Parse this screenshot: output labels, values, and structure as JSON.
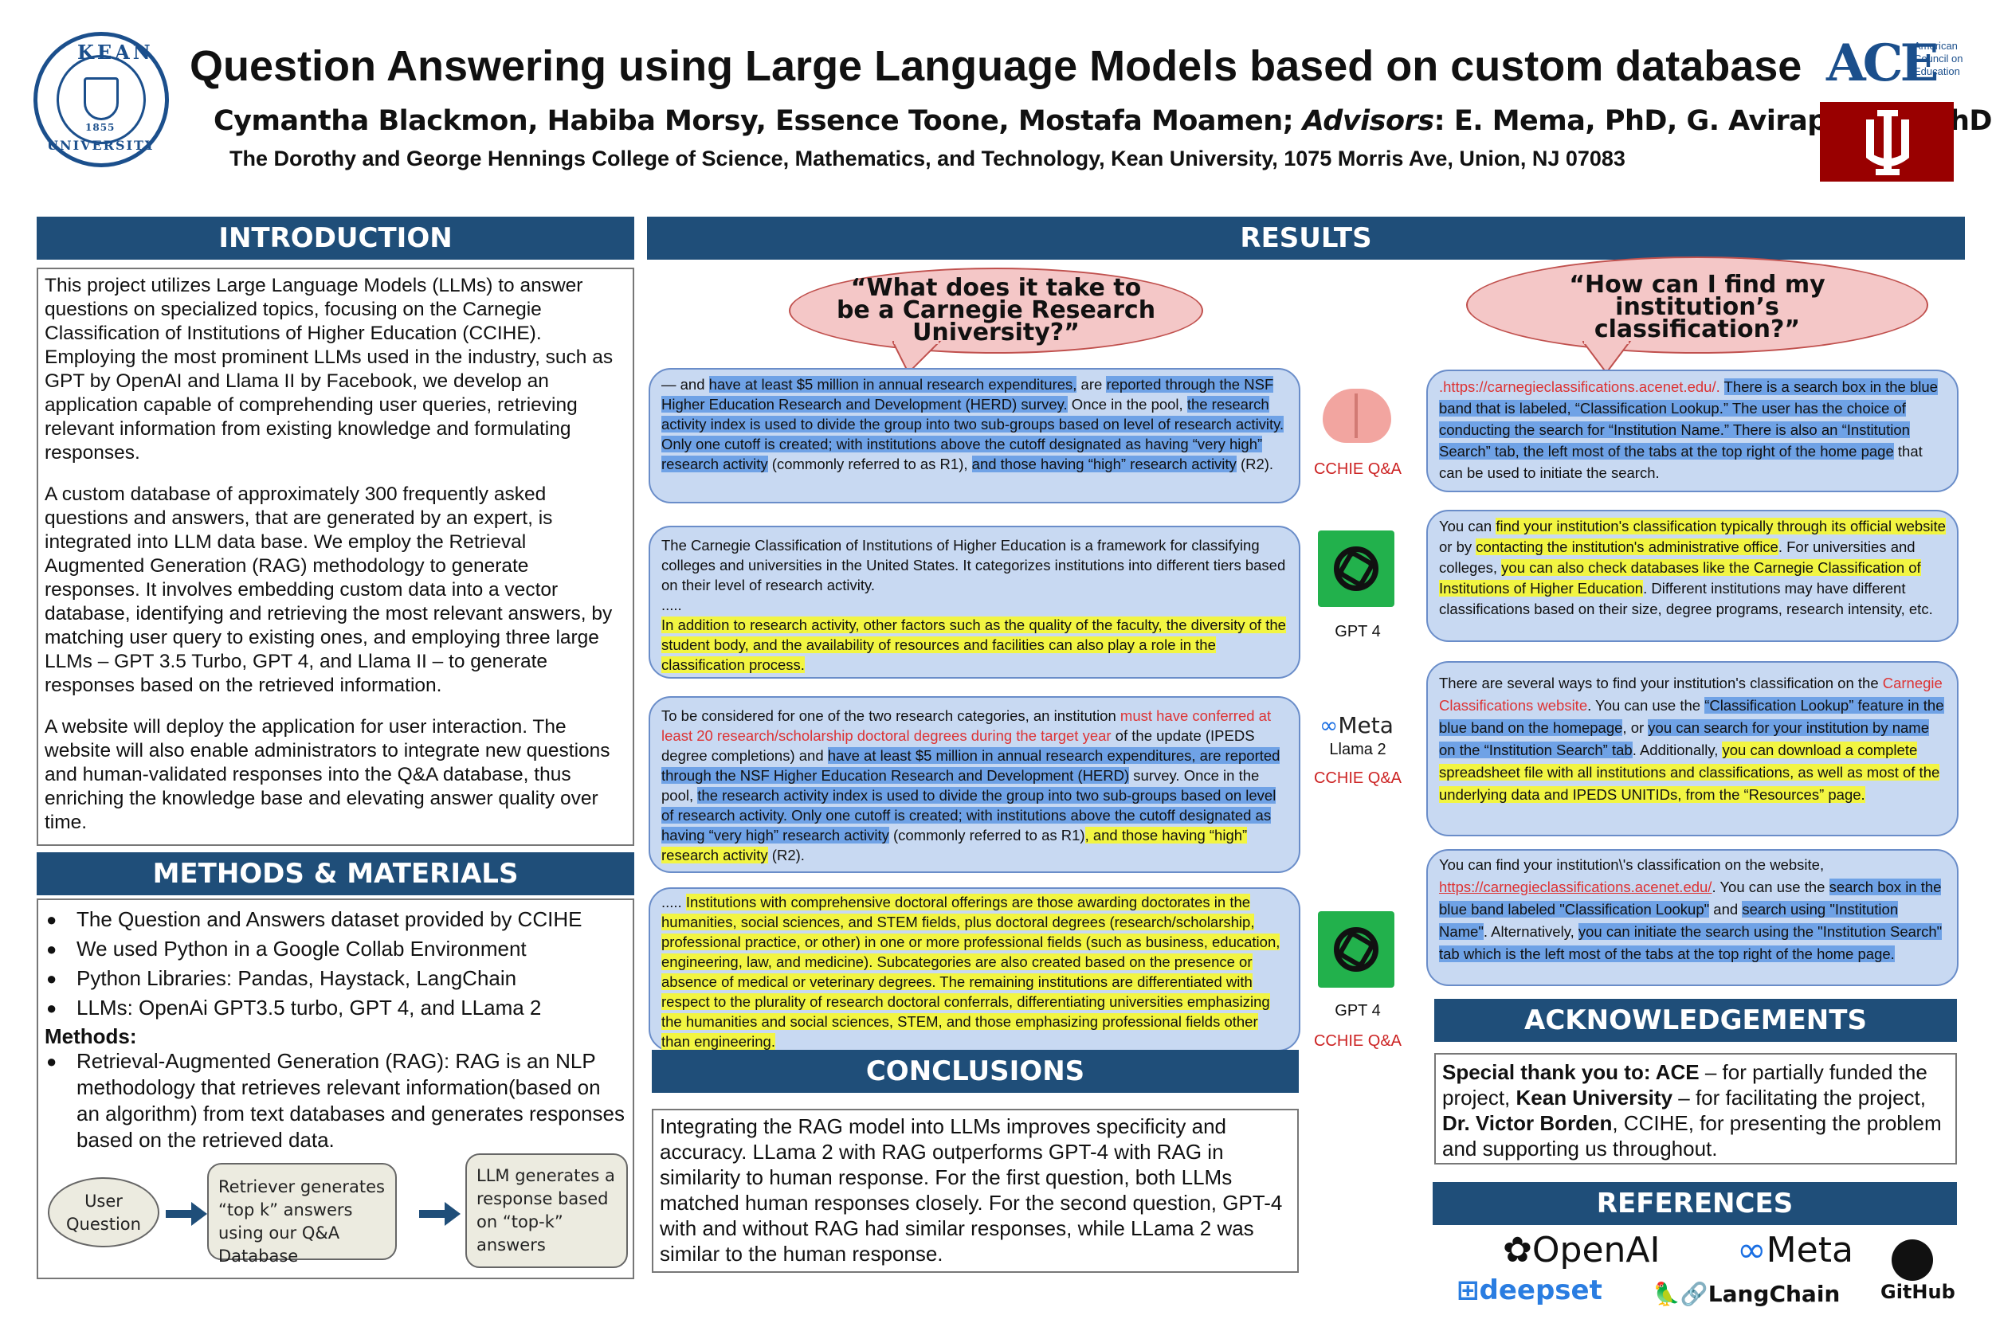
{
  "header": {
    "title": "Question Answering using Large Language Models based on custom database",
    "authors": "Cymantha Blackmon, Habiba Morsy, Essence Toone, Mostafa Moamen;",
    "advisors_label": "Advisors",
    "advisors": ": E. Mema, PhD, G. Avirappattu, PhD",
    "affiliation": "The Dorothy and George Hennings College of Science, Mathematics, and Technology, Kean University, 1075 Morris Ave, Union, NJ 07083"
  },
  "logos": {
    "kean_top": "KEAN",
    "kean_bottom": "UNIVERSITY",
    "kean_year": "1855",
    "ace_big": "ACE",
    "ace_small": "American Council on Education",
    "iu": "IU"
  },
  "introduction": {
    "heading": "INTRODUCTION",
    "paragraphs": [
      "This project utilizes Large Language Models (LLMs) to answer questions on specialized topics, focusing on the Carnegie Classification of Institutions of Higher Education (CCIHE). Employing the most prominent LLMs used in the industry, such as GPT by OpenAI and Llama II by Facebook, we develop an application capable of comprehending user queries, retrieving relevant information from existing knowledge and formulating responses.",
      "A custom database of approximately 300 frequently asked questions and answers, that are generated by an expert, is integrated into LLM data base. We employ the Retrieval Augmented Generation (RAG) methodology to generate responses. It involves embedding custom data into a vector database, identifying and retrieving the most relevant answers, by matching user query to existing ones, and employing three large LLMs – GPT 3.5 Turbo, GPT 4, and Llama II – to generate responses based on the retrieved information.",
      "A website will deploy the application for user interaction. The website will also enable administrators to integrate new questions and human-validated responses into the Q&A database, thus enriching the knowledge base and elevating answer quality over time."
    ]
  },
  "methods": {
    "heading": "METHODS & MATERIALS",
    "items": [
      "The Question and Answers dataset provided by CCIHE",
      "We used Python in a Google Collab Environment",
      "Python Libraries: Pandas, Haystack, LangChain",
      "LLMs: OpenAi GPT3.5 turbo, GPT 4,  and LLama 2"
    ],
    "methods_label": "Methods:",
    "method_items": [
      "Retrieval-Augmented Generation (RAG): RAG is an NLP methodology that retrieves relevant information(based on an algorithm) from text databases and generates responses based on the retrieved data."
    ],
    "flow": {
      "step1": "User Question",
      "step2": "Retriever generates “top k” answers using our Q&A Database",
      "step3": "LLM generates a response based on “top-k” answers"
    }
  },
  "results": {
    "heading": "RESULTS",
    "q1": "“What does it take to be a Carnegie Research University?”",
    "q2": "“How can I find my institution’s classification?”",
    "model_labels": {
      "ccihe_qa_1": "CCHIE Q&A",
      "gpt4_1": "GPT 4",
      "meta_logo": "Meta",
      "llama2": "Llama 2",
      "ccihe_qa_2": "CCHIE Q&A",
      "gpt4_2": "GPT 4",
      "ccihe_qa_3": "CCHIE Q&A"
    },
    "left_answers": {
      "a1": {
        "p1": "—  and ",
        "h1": "have at least $5 million in annual research expenditures,",
        "p2": " are ",
        "h2": "reported through the NSF Higher Education Research and Development (HERD) survey.",
        "p3": " Once in the pool, ",
        "h3": "the research activity index is used to divide the group into two sub-groups based on level of research activity. Only one cutoff is created; with institutions above the cutoff designated as having “very high” research activity",
        "p4": " (commonly referred to as R1), ",
        "h4": "and those having “high” research activity",
        "p5": " (R2)."
      },
      "a2": {
        "p1": "The Carnegie Classification of Institutions of Higher Education is a framework for classifying colleges and universities in the United States. It categorizes institutions into different tiers based on their level of research activity.",
        "dots": ".....",
        "h1": "In addition to research activity, other factors such as the quality of the faculty, the diversity of the student body, and the availability of resources and facilities can also play a role in the classification process."
      },
      "a3": {
        "p1": "To be considered for one of the two research categories, an institution ",
        "r1": "must have conferred at least 20 research/scholarship doctoral degrees during the target year",
        "p2": " of the update (IPEDS degree completions) and ",
        "h1": "have at least $5 million in annual research expenditures, are reported through the NSF Higher Education Research and Development (HERD)",
        "p3": " survey. Once in the pool, ",
        "h2": "the research activity index is used to divide the group into two sub-groups based on level of research activity. Only one cutoff is created; with institutions above the cutoff designated as having “very high” research activity",
        "p4": " (commonly referred to as R1)",
        "h3": ", and those having “high” research activity",
        "p5": " (R2)."
      },
      "a4": {
        "dots": "..... ",
        "h1": "Institutions with comprehensive doctoral offerings are those awarding doctorates in the humanities, social sciences, and STEM fields, plus doctoral degrees (research/scholarship, professional practice, or other) in one or more professional fields (such as business, education, engineering, law, and medicine). Subcategories are also created based on the presence or absence of medical or veterinary degrees. The remaining institutions are differentiated with respect to the plurality of research doctoral conferrals, differentiating universities emphasizing the humanities and social sciences, STEM, and those emphasizing professional fields other than engineering."
      }
    },
    "right_answers": {
      "b1": {
        "p1": ".https://carnegieclassifications.acenet.edu/. ",
        "h1": "There is a search box in the blue band that is labeled, “Classification Lookup.” The user has the choice of conducting the search for “Institution Name.” There is also an “Institution Search” tab, the left most of the tabs at the top right of the home page",
        "p2": " that can be used to initiate the search."
      },
      "b2": {
        "p1": "You can ",
        "h1": "find your institution's classification typically through its official website",
        "p2": " or by ",
        "h2": "contacting the institution's administrative office",
        "p3": ". For universities and colleges, ",
        "h3": "you can also check databases like the Carnegie Classification of Institutions of Higher Education",
        "p4": ". Different institutions may have different classifications based on their size, degree programs, research intensity, etc."
      },
      "b3": {
        "p1": "There are several ways to find your institution's classification on the ",
        "r1": "Carnegie Classifications website",
        "p2": ". You can use the ",
        "h1": "“Classification Lookup” feature in the blue band on the homepage",
        "p3": ", or ",
        "h2": "you can search for your institution by name on the “Institution Search” tab",
        "p4": ". Additionally, ",
        "h3": "you can download a complete spreadsheet file with all institutions and classifications, as well as most of the underlying data and IPEDS UNITIDs, from the “Resources” page."
      },
      "b4": {
        "p1": "You can find your institution\\'s classification on the website, ",
        "r1": "https://carnegieclassifications.acenet.edu/",
        "p2": ". You can use the ",
        "h1": "search box in the blue band labeled \"Classification Lookup\"",
        "p3": " and ",
        "h2": "search using \"Institution Name\"",
        "p4": ". Alternatively, ",
        "h3": "you can initiate the search using the \"Institution Search\" tab which is the left most of the tabs at the top right of the home page."
      }
    }
  },
  "conclusions": {
    "heading": "CONCLUSIONS",
    "text": "Integrating the RAG model into LLMs improves specificity and accuracy. LLama 2 with RAG outperforms GPT-4 with RAG in similarity to human response. For the first question, both LLMs matched human responses closely. For the second question, GPT-4 with and without RAG had similar responses, while LLama 2 was similar to the human response."
  },
  "acknowledgements": {
    "heading": "ACKNOWLEDGEMENTS",
    "b1": "Special thank you to: ACE",
    "t1": " – for partially funded the project, ",
    "b2": "Kean University",
    "t2": " – for facilitating the project, ",
    "b3": "Dr. Victor Borden",
    "t3": ", CCIHE, for presenting the problem and supporting us throughout."
  },
  "references": {
    "heading": "REFERENCES",
    "openai": "OpenAI",
    "meta": "Meta",
    "github": "GitHub",
    "deepset": "deepset",
    "langchain": "LangChain"
  },
  "colors": {
    "section_header": "#1f4e79",
    "bubble_fill": "#f4c7c7",
    "answer_fill": "#c8d9f2",
    "highlight_blue": "#6fa2e6",
    "highlight_yellow": "#f2f542",
    "iu_red": "#990000",
    "gpt_green": "#22b14c"
  }
}
